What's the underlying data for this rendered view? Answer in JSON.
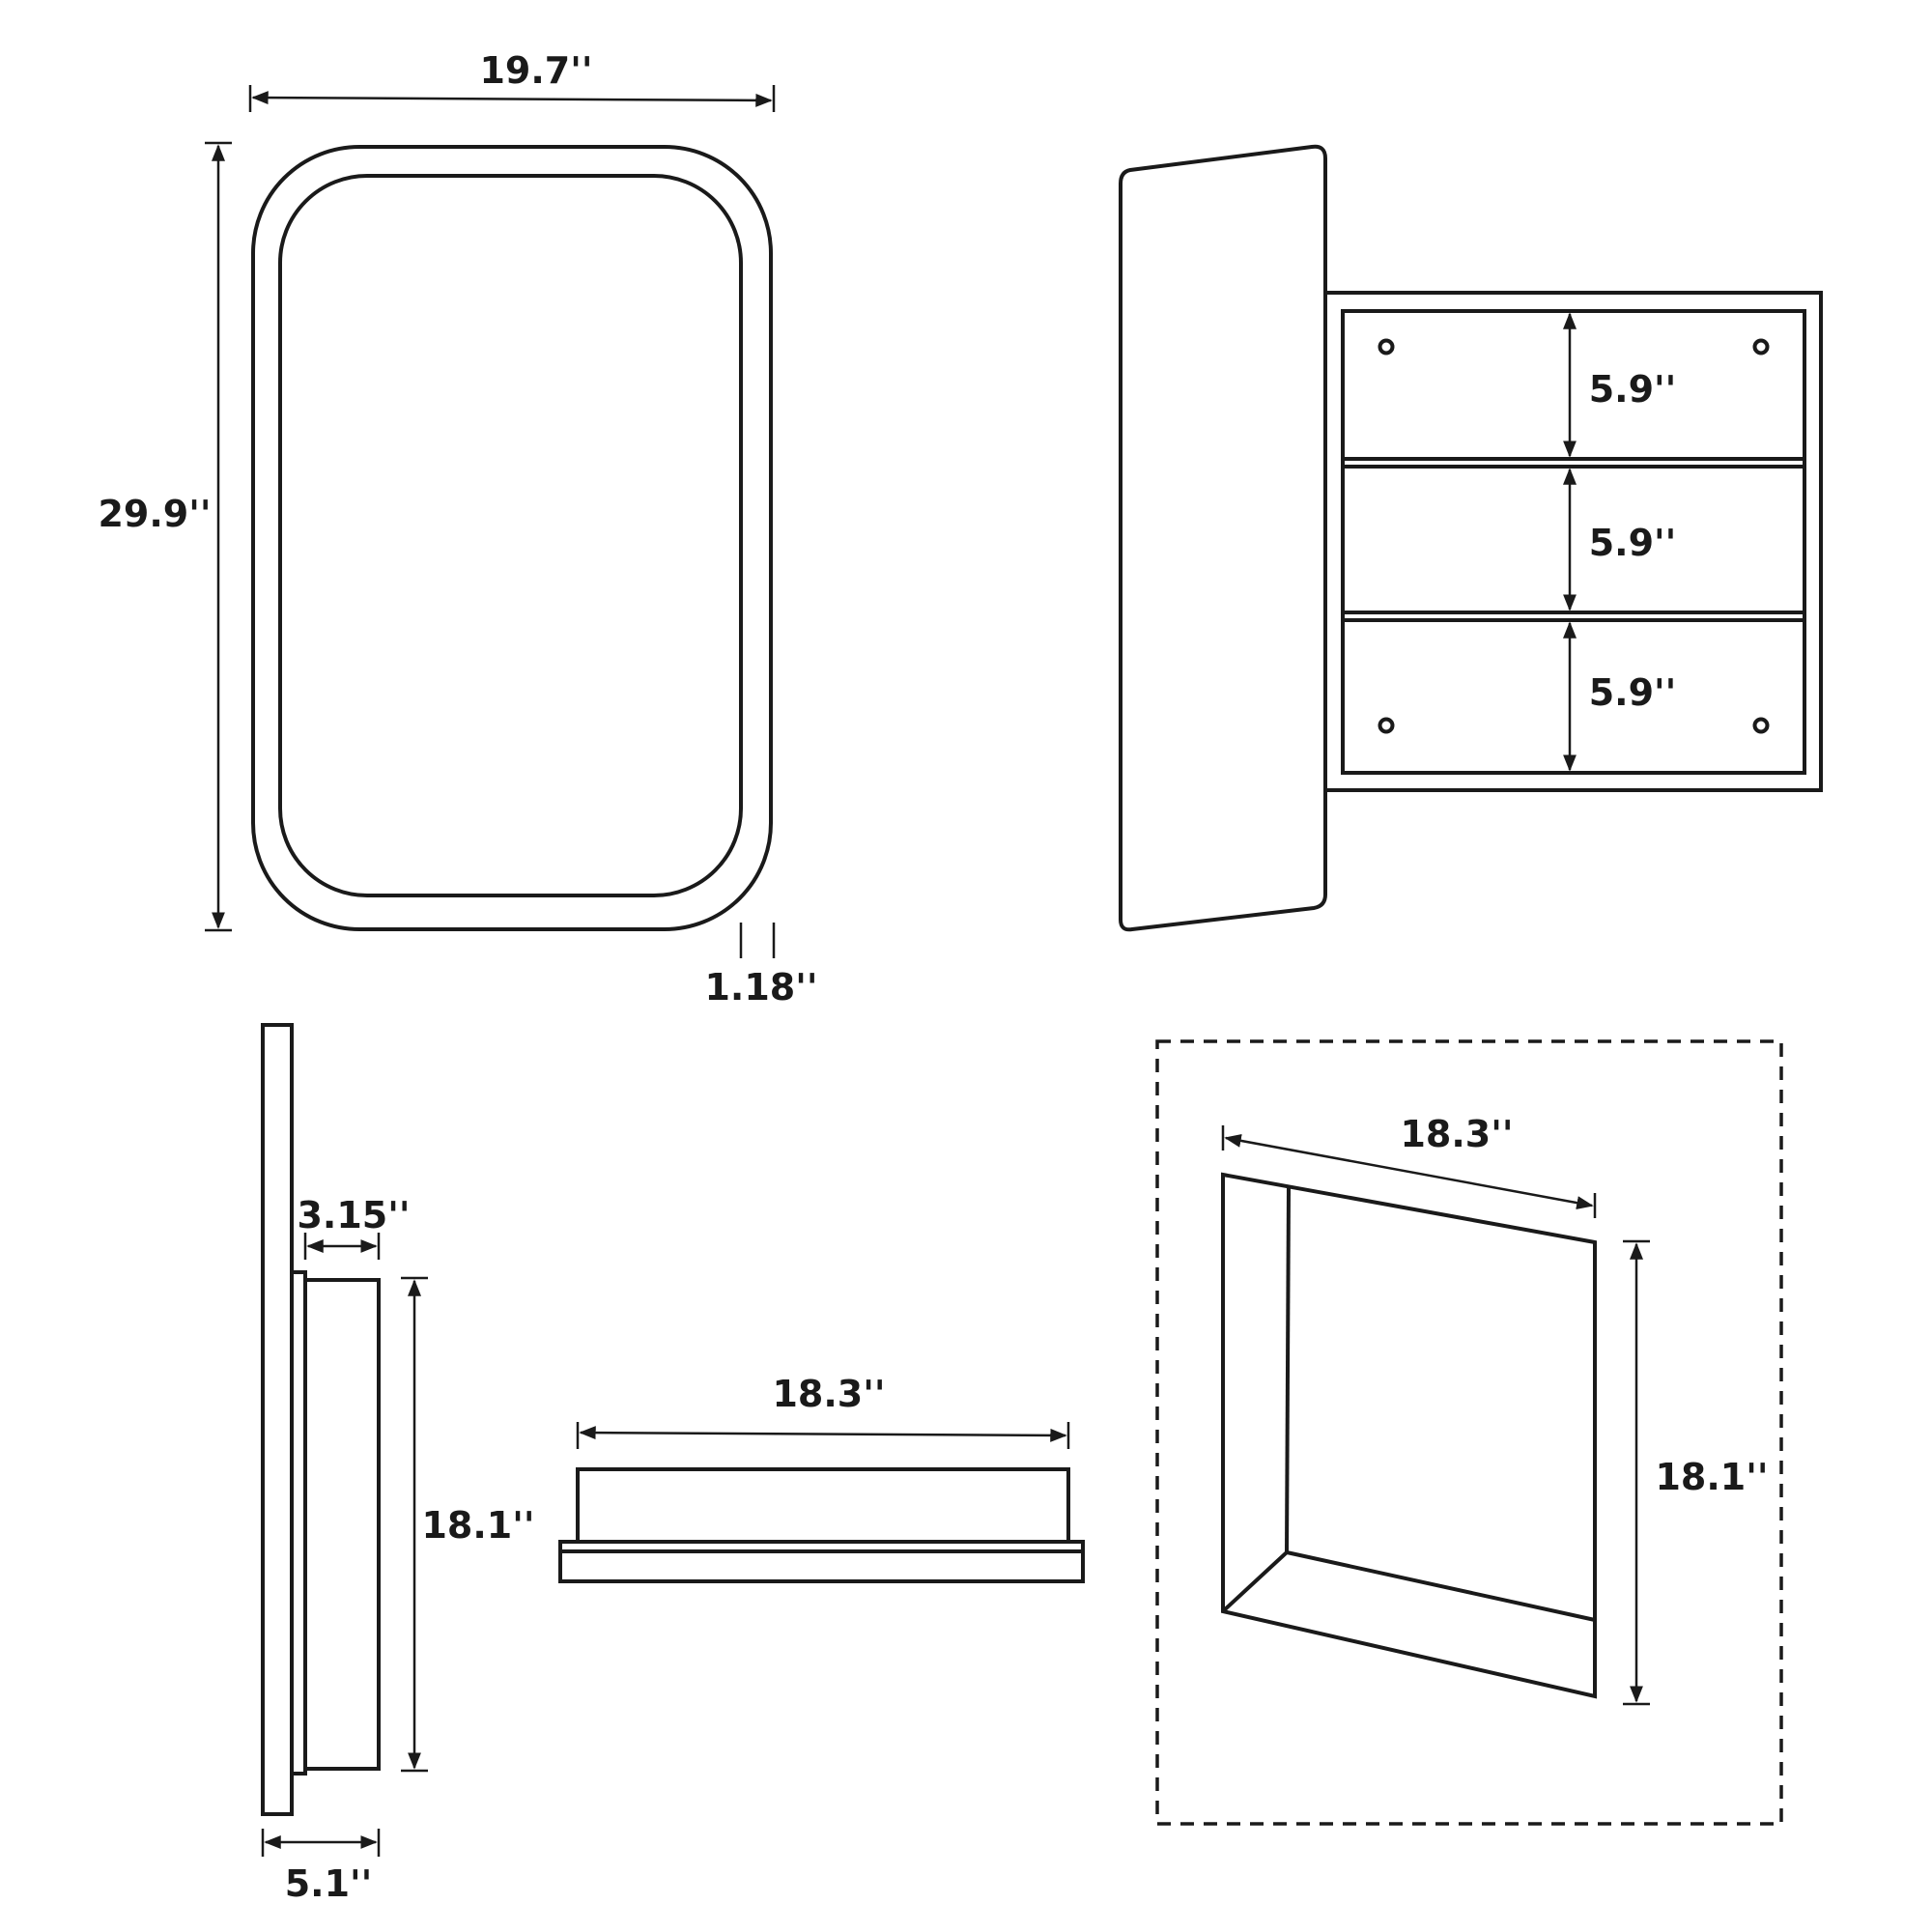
{
  "diagram": {
    "front_view": {
      "width_label": "19.7''",
      "height_label": "29.9''",
      "frame_label": "1.18''"
    },
    "open_view": {
      "shelf_labels": [
        "5.9''",
        "5.9''",
        "5.9''"
      ]
    },
    "side_view": {
      "box_depth_label": "3.15''",
      "height_label": "18.1''",
      "total_depth_label": "5.1''"
    },
    "bottom_view": {
      "width_label": "18.3''"
    },
    "recess_view": {
      "width_label": "18.3''",
      "height_label": "18.1''"
    },
    "colors": {
      "stroke": "#1a1a1a",
      "background": "#ffffff"
    }
  }
}
